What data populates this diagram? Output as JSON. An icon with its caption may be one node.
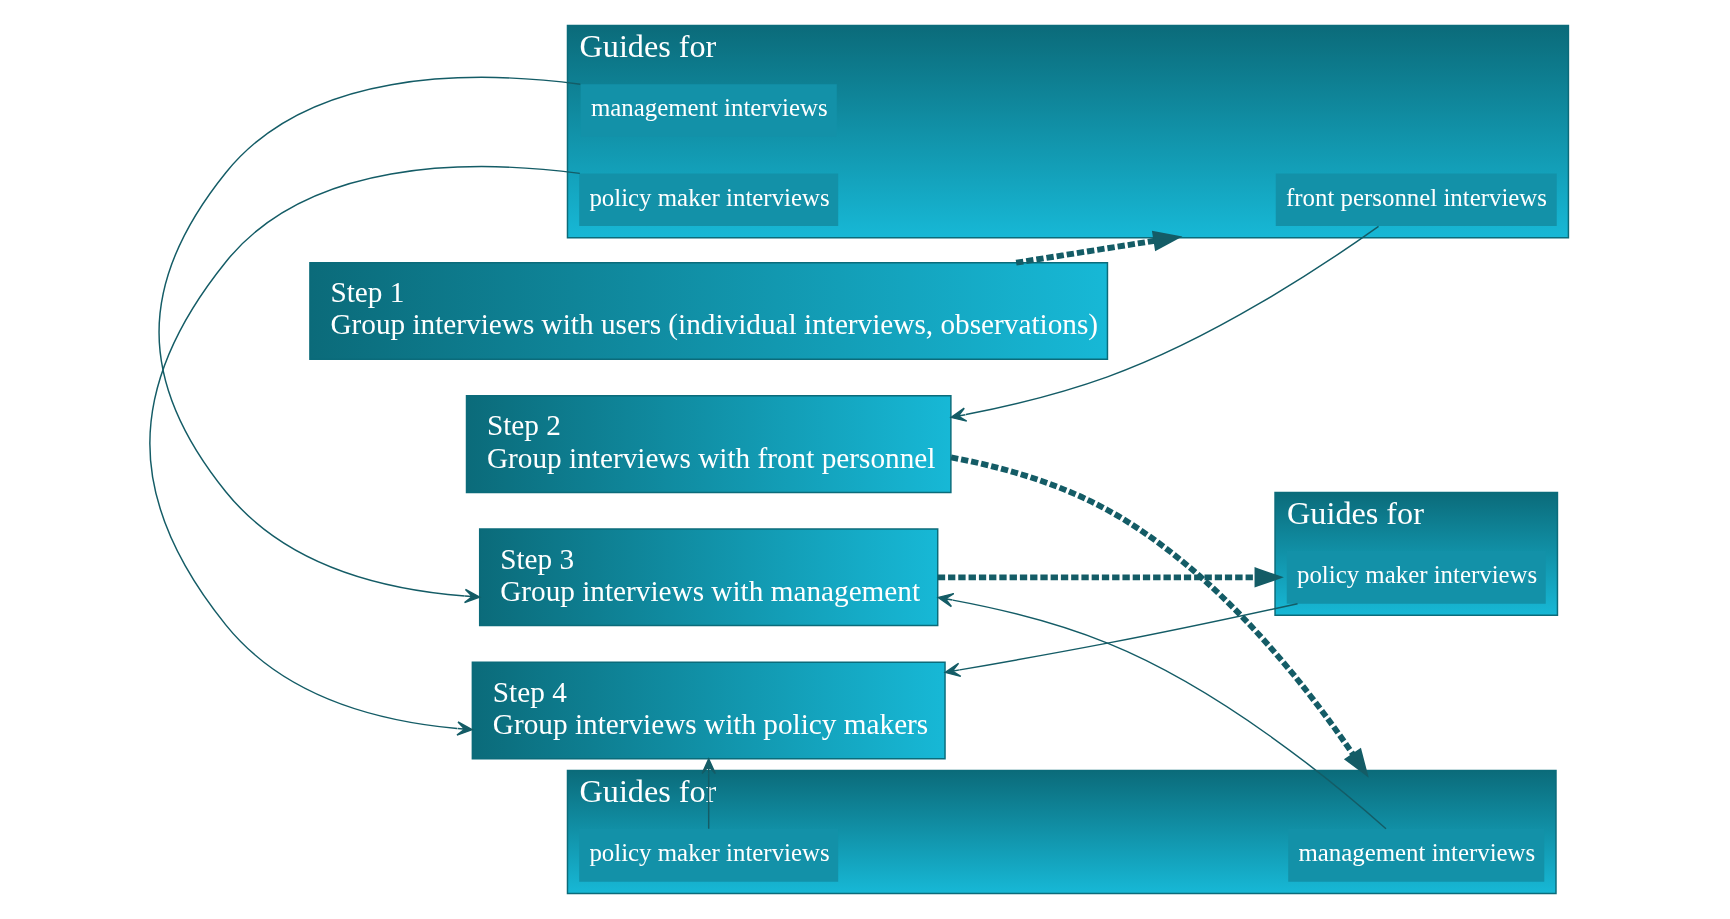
{
  "diagram": {
    "nodes": [
      {
        "text": [
          "Step 1",
          "Group interviews with users (individual interviews, observations)"
        ]
      },
      {
        "text": [
          "Guides for"
        ]
      },
      {
        "text": [
          "front personnel interviews"
        ],
        "in": 1
      },
      {
        "text": [
          "management interviews"
        ],
        "in": 1
      },
      {
        "text": [
          "policy maker interviews"
        ],
        "in": 1
      },
      {
        "text": [
          "Step 2",
          "Group interviews with front personnel"
        ]
      },
      {
        "text": [
          "Guides for"
        ]
      },
      {
        "text": [
          "management interviews"
        ],
        "in": 6
      },
      {
        "text": [
          "policy maker interviews"
        ],
        "in": 6
      },
      {
        "text": [
          "Step 3",
          "Group interviews with management"
        ]
      },
      {
        "text": [
          "Guides for"
        ]
      },
      {
        "text": [
          "policy maker interviews"
        ],
        "in": 10
      },
      {
        "text": [
          "Step 4",
          "Group interviews with policy makers"
        ]
      }
    ],
    "edges": [
      {
        "from": 0,
        "to": 1,
        "arrow": "to",
        "style": "dashed"
      },
      {
        "from": 2,
        "to": 5,
        "arrow": "to"
      },
      {
        "from": 3,
        "to": 9,
        "arrow": "to"
      },
      {
        "from": 4,
        "to": 12,
        "arrow": "to"
      },
      {
        "from": 5,
        "to": 6,
        "arrow": "to",
        "style": "dashed"
      },
      {
        "from": 7,
        "to": 9,
        "arrow": "to"
      },
      {
        "from": 8,
        "to": 12,
        "arrow": "to"
      },
      {
        "from": 9,
        "to": 10,
        "arrow": "to",
        "style": "dashed"
      },
      {
        "from": 11,
        "to": 12,
        "arrow": "to"
      }
    ]
  }
}
